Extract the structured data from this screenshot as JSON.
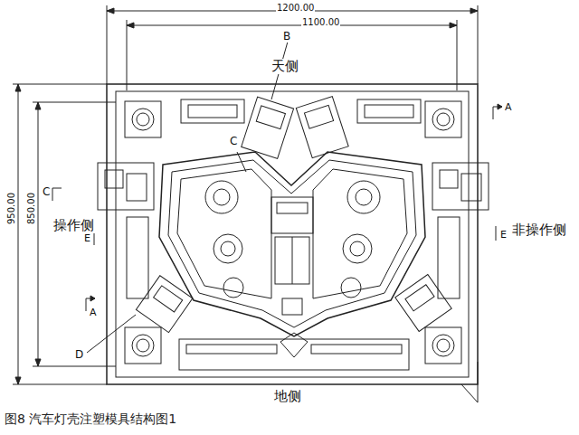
{
  "diagram": {
    "caption": "图8 汽车灯壳注塑模具结构图1",
    "labels": [
      "1200.00",
      "1100.00",
      "B",
      "天侧",
      "A",
      "C",
      "C",
      "操作侧",
      "E",
      "非操作侧",
      "E",
      "A",
      "D",
      "950.00",
      "850.00",
      "地侧"
    ]
  }
}
